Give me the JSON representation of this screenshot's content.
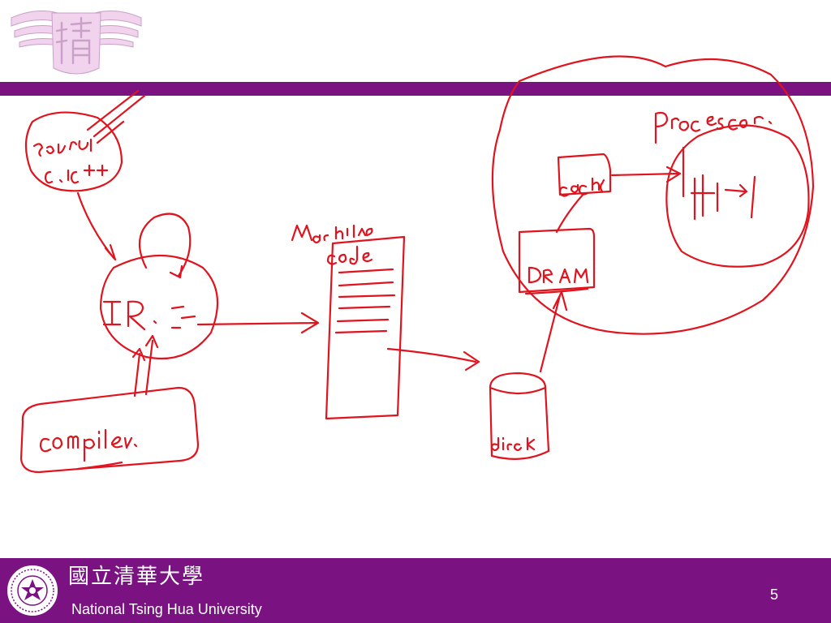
{
  "colors": {
    "brand_purple": "#7a1282",
    "ink_red": "#e0141e",
    "logo_pink": "#f1d3ee"
  },
  "header": {
    "logo": "nthu-emblem-logo"
  },
  "handwriting": {
    "source_label": "source",
    "language_label": "C, C++",
    "ir_label": "IR.",
    "compiler_label": "compiler.",
    "machine_code_label": "machine code",
    "disk_label": "disk",
    "dram_label": "DRAM",
    "cache_label": "cache",
    "processor_label": "processor"
  },
  "footer": {
    "university_name_cn": "國立清華大學",
    "university_name_en": "National Tsing Hua University",
    "seal": "nthu-seal",
    "page_number": "5"
  }
}
